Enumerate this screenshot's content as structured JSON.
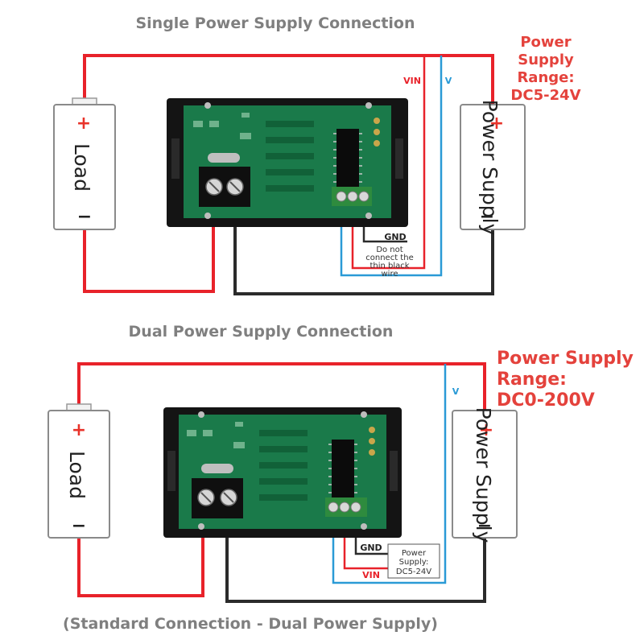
{
  "colors": {
    "red_wire": "#e8222a",
    "blue_wire": "#2a9ad6",
    "black_wire": "#2b2b2b",
    "heading": "#7f7f7f",
    "range_text": "#e4423c",
    "pcb": "#1a7a4a",
    "terminal": "#2e8b3e"
  },
  "single": {
    "title": "Single Power Supply Connection",
    "range": [
      "Power",
      "Supply",
      "Range:",
      "DC5-24V"
    ],
    "load_label": "Load",
    "supply_label": "Power Supply",
    "plus": "+",
    "minus": "−",
    "vin_label": "VIN",
    "v_label": "V",
    "gnd_label": "GND",
    "note": [
      "Do not",
      "connect the",
      "thin black",
      "wire"
    ]
  },
  "dual": {
    "title": "Dual Power Supply Connection",
    "range": [
      "Power Supply",
      "Range:",
      "DC0-200V"
    ],
    "load_label": "Load",
    "supply_label": "Power Supply",
    "plus": "+",
    "minus": "−",
    "vin_label": "VIN",
    "v_label": "V",
    "gnd_label": "GND",
    "aux_box": [
      "Power",
      "Supply:",
      "DC5-24V"
    ]
  },
  "footer": "(Standard Connection - Dual Power Supply)"
}
